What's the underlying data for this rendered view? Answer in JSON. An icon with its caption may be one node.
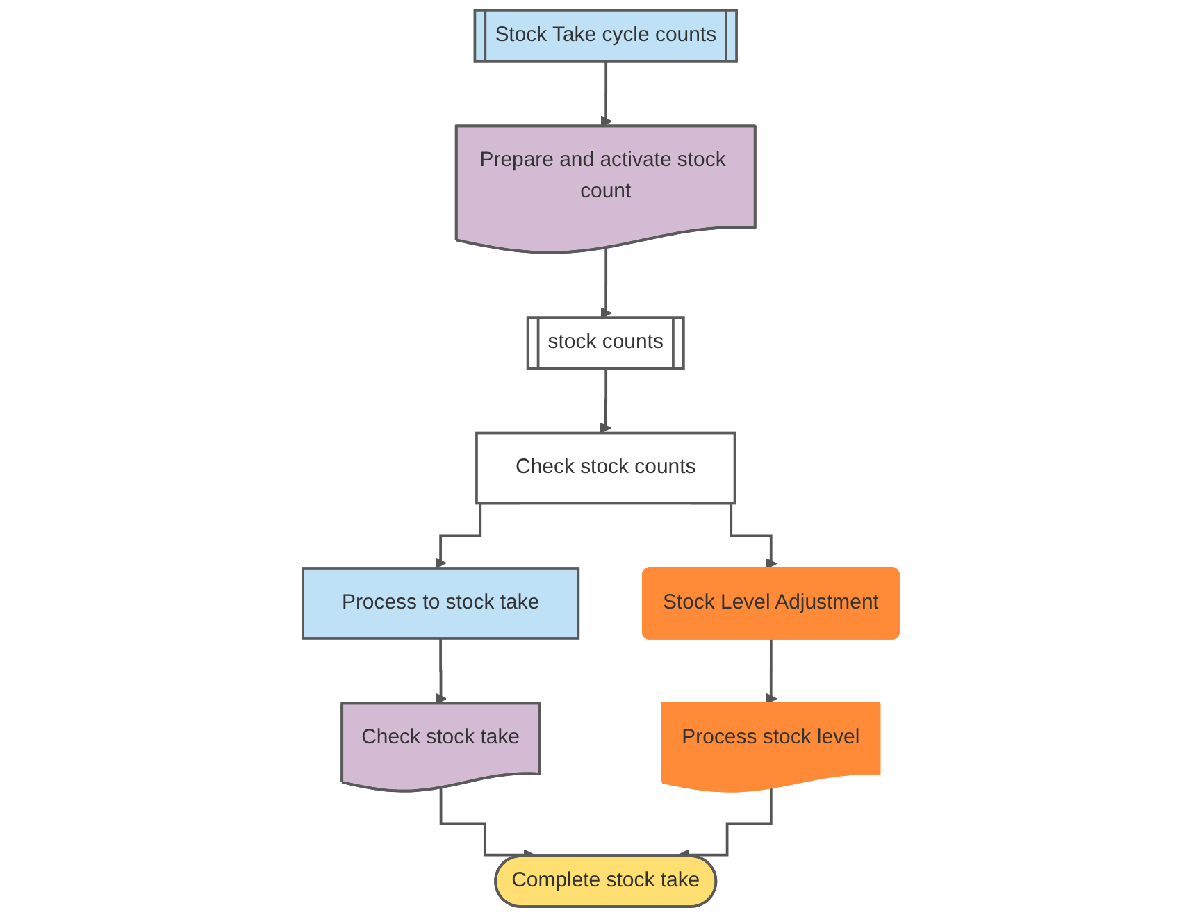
{
  "diagram": {
    "nodes": [
      {
        "text": [
          "Stock Take cycle counts"
        ]
      },
      {
        "text": [
          "Prepare and activate stock count"
        ]
      },
      {
        "text": [
          "stock counts"
        ]
      },
      {
        "text": [
          "Check stock counts"
        ]
      },
      {
        "text": [
          "Process to stock take"
        ]
      },
      {
        "text": [
          "Stock Level Adjustment"
        ]
      },
      {
        "text": [
          "Check stock take"
        ]
      },
      {
        "text": [
          "Process stock level"
        ]
      },
      {
        "text": [
          "Complete stock take"
        ]
      }
    ],
    "edges": [
      {
        "from": 0,
        "to": 1,
        "arrow": "to"
      },
      {
        "from": 1,
        "to": 2,
        "arrow": "to"
      },
      {
        "from": 2,
        "to": 3,
        "arrow": "to"
      },
      {
        "from": 3,
        "to": 4,
        "arrow": "to"
      },
      {
        "from": 3,
        "to": 5,
        "arrow": "to"
      },
      {
        "from": 4,
        "to": 6,
        "arrow": "to"
      },
      {
        "from": 5,
        "to": 7,
        "arrow": "to"
      },
      {
        "from": 6,
        "to": 8,
        "arrow": "to"
      },
      {
        "from": 7,
        "to": 8,
        "arrow": "to"
      }
    ]
  }
}
